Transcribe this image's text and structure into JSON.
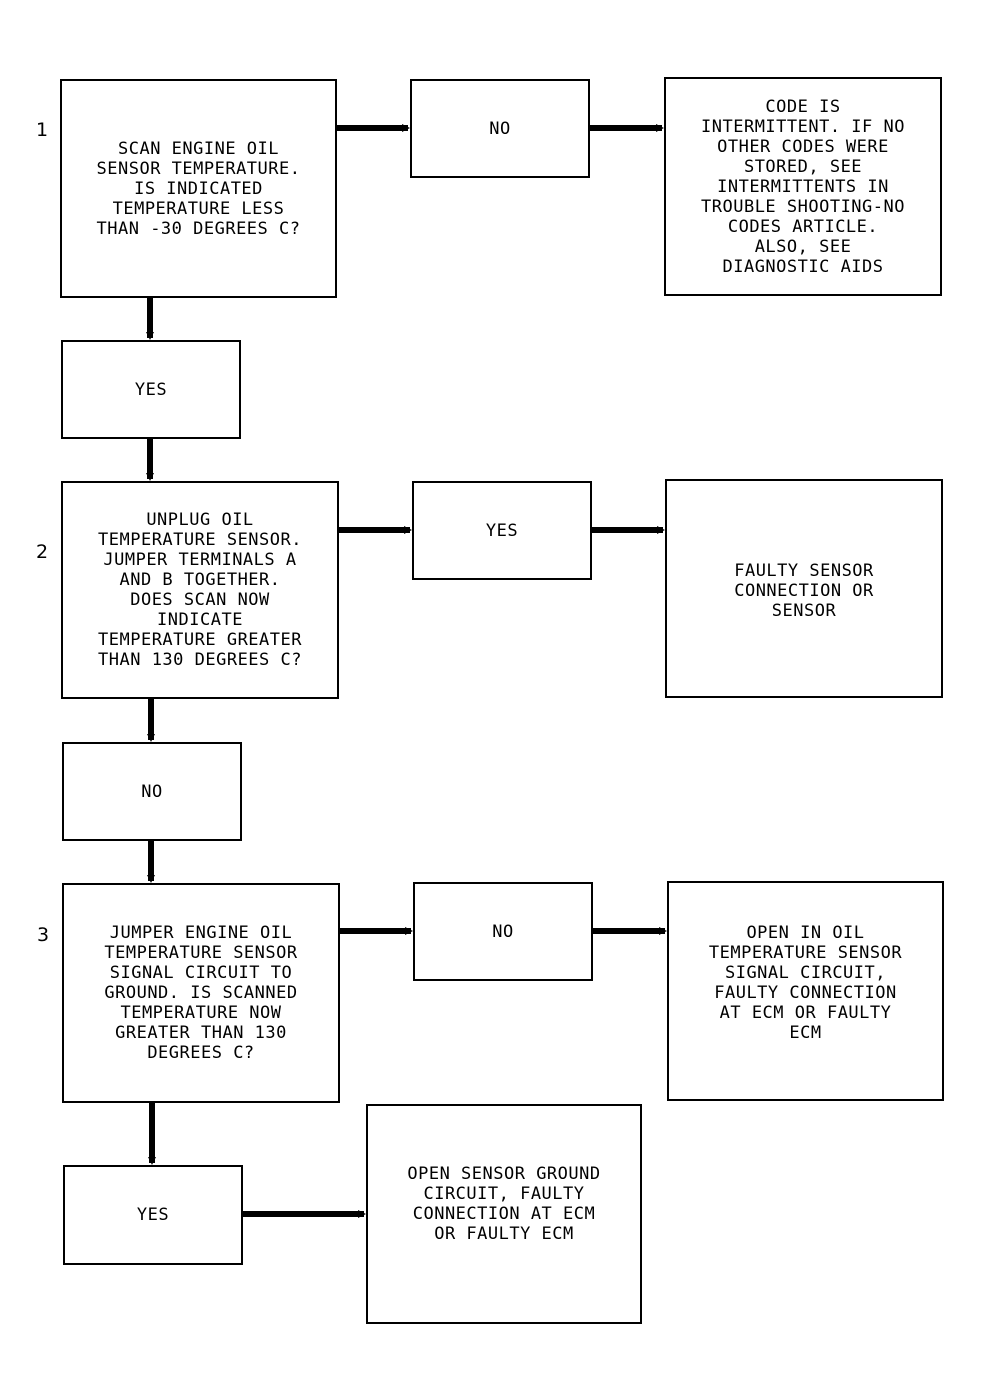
{
  "steps": [
    {
      "number": "1",
      "question": "SCAN ENGINE OIL\nSENSOR TEMPERATURE.\nIS INDICATED\nTEMPERATURE LESS\nTHAN -30 DEGREES C?",
      "side_label": "NO",
      "side_result": "CODE IS\nINTERMITTENT. IF NO\nOTHER CODES WERE\nSTORED, SEE\nINTERMITTENTS IN\nTROUBLE SHOOTING-NO\nCODES ARTICLE.\nALSO, SEE\nDIAGNOSTIC AIDS",
      "down_label": "YES"
    },
    {
      "number": "2",
      "question": "UNPLUG OIL\nTEMPERATURE SENSOR.\nJUMPER TERMINALS A\nAND B TOGETHER.\nDOES SCAN NOW\nINDICATE\nTEMPERATURE GREATER\nTHAN 130 DEGREES C?",
      "side_label": "YES",
      "side_result": "FAULTY SENSOR\nCONNECTION OR\nSENSOR",
      "down_label": "NO"
    },
    {
      "number": "3",
      "question": "JUMPER ENGINE OIL\nTEMPERATURE SENSOR\nSIGNAL CIRCUIT TO\nGROUND. IS SCANNED\nTEMPERATURE NOW\nGREATER THAN 130\nDEGREES C?",
      "side_label": "NO",
      "side_result": "OPEN IN OIL\nTEMPERATURE SENSOR\nSIGNAL CIRCUIT,\nFAULTY CONNECTION\nAT ECM OR FAULTY\nECM",
      "down_label": "YES",
      "final_result": "OPEN SENSOR GROUND\nCIRCUIT, FAULTY\nCONNECTION AT ECM\nOR FAULTY ECM"
    }
  ]
}
